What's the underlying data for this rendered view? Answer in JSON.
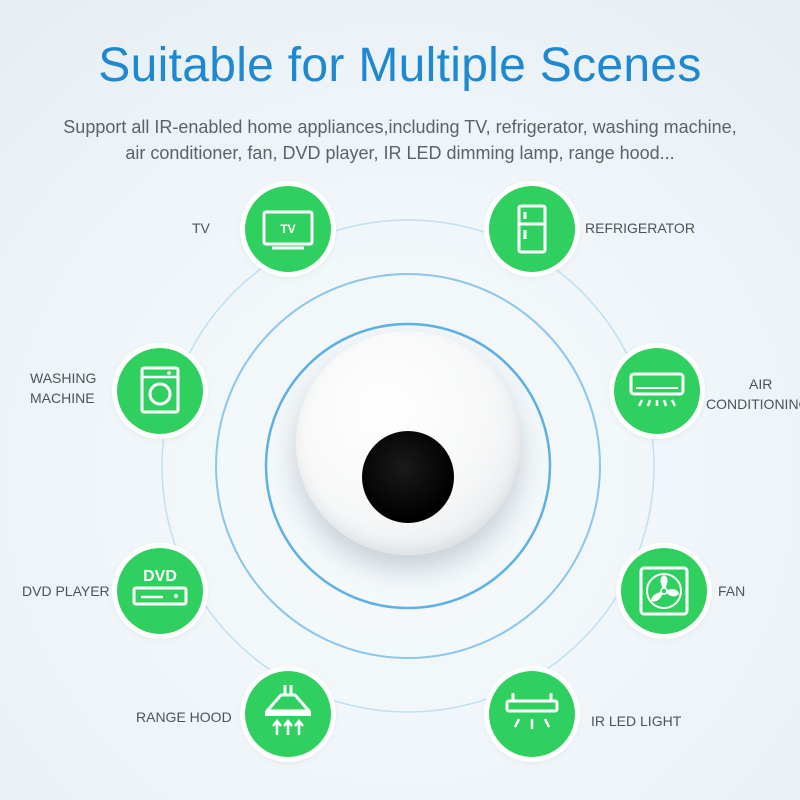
{
  "header": {
    "title": "Suitable for Multiple Scenes",
    "subtitle_line1": "Support  all IR-enabled home appliances,including TV, refrigerator, washing machine,",
    "subtitle_line2": "air conditioner, fan, DVD player, IR LED dimming lamp, range hood..."
  },
  "appliances": {
    "tv": {
      "label": "TV",
      "icon_text": "TV",
      "icon": "tv-icon"
    },
    "refrigerator": {
      "label": "REFRIGERATOR",
      "icon": "refrigerator-icon"
    },
    "washing_machine": {
      "label_line1": "WASHING",
      "label_line2": "MACHINE",
      "icon": "washing-machine-icon"
    },
    "air_conditioning": {
      "label_line1": "AIR",
      "label_line2": "CONDITIONING",
      "icon": "air-conditioner-icon"
    },
    "dvd_player": {
      "label": "DVD PLAYER",
      "icon_text": "DVD",
      "icon": "dvd-player-icon"
    },
    "fan": {
      "label": "FAN",
      "icon": "fan-icon"
    },
    "range_hood": {
      "label": "RANGE HOOD",
      "icon": "range-hood-icon"
    },
    "ir_led_light": {
      "label": "IR LED LIGHT",
      "icon": "ir-led-light-icon"
    }
  },
  "colors": {
    "title": "#1e88d0",
    "badge_green": "#2fd060",
    "ring_blue": "#8cc6ea",
    "text_gray": "#4d5358"
  }
}
